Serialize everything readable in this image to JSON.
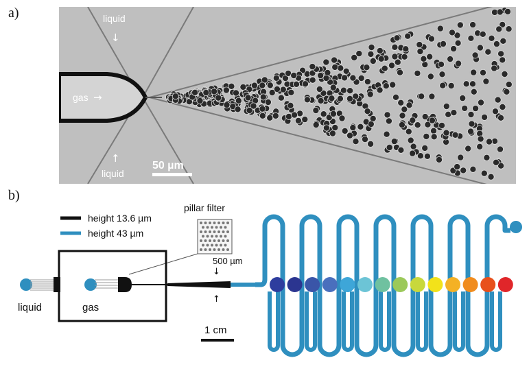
{
  "panel_a": {
    "label": "a)",
    "text_liquid_top": "liquid",
    "text_liquid_bottom": "liquid",
    "text_gas": "gas",
    "arrow_glyph_down": "↓",
    "arrow_glyph_up": "↑",
    "arrow_glyph_right": "→",
    "scale_bar": "50 µm"
  },
  "panel_b": {
    "label": "b)",
    "legend": [
      {
        "text": "height 13.6 µm",
        "color": "#111111"
      },
      {
        "text": "height 43 µm",
        "color": "#2f8fbf"
      }
    ],
    "pillar_filter": "pillar filter",
    "width_label": "500 µm",
    "inlet_liquid": "liquid",
    "inlet_gas": "gas",
    "scale_bar": "1 cm",
    "channel_color": "#2f8fbf",
    "dot_colors": [
      "#2e3d9e",
      "#2b3590",
      "#3a55a8",
      "#4a6fbd",
      "#3ea6d8",
      "#6cc4d6",
      "#6fc1a0",
      "#9cc95a",
      "#c8d83c",
      "#f2e21a",
      "#f4b125",
      "#f08c1e",
      "#e8501c",
      "#e0262a"
    ]
  }
}
